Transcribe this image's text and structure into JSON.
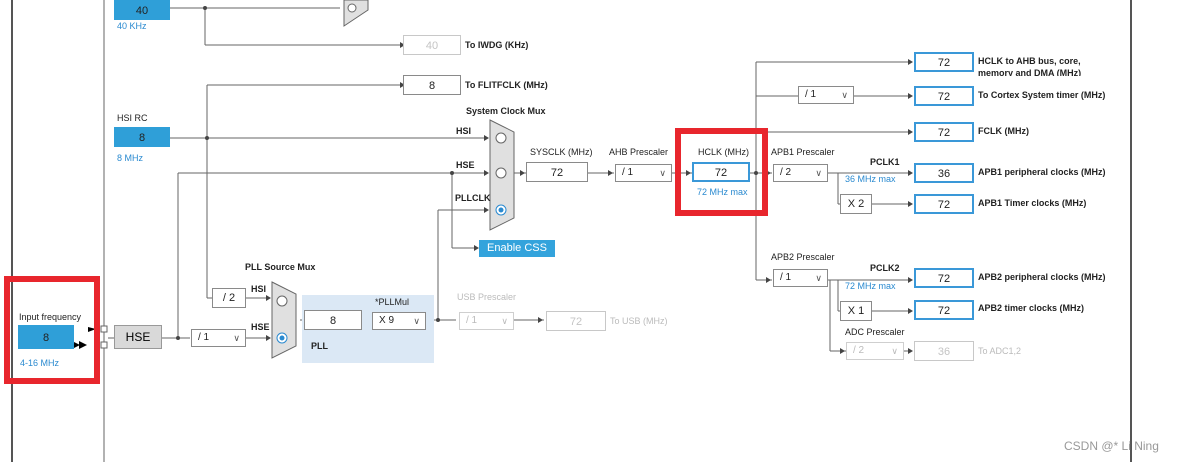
{
  "top_box": {
    "value": "40",
    "unit": "40 KHz"
  },
  "iwdg": {
    "value": "40",
    "label": "To IWDG (KHz)"
  },
  "flitf": {
    "value": "8",
    "label": "To FLITFCLK (MHz)"
  },
  "hsi_rc": {
    "title": "HSI RC",
    "value": "8",
    "unit": "8 MHz"
  },
  "sysmux": {
    "title": "System Clock Mux",
    "in_hsi": "HSI",
    "in_hse": "HSE",
    "in_pll": "PLLCLK"
  },
  "enable_css": "Enable CSS",
  "sysclk": {
    "label": "SYSCLK (MHz)",
    "value": "72"
  },
  "ahb": {
    "label": "AHB Prescaler",
    "value": "/ 1"
  },
  "hclk": {
    "label": "HCLK (MHz)",
    "value": "72",
    "max": "72 MHz max"
  },
  "apb1": {
    "label": "APB1 Prescaler",
    "value": "/ 2",
    "pclk": "PCLK1",
    "max": "36 MHz max",
    "timer_mult": "X 2"
  },
  "apb2": {
    "label": "APB2 Prescaler",
    "value": "/ 1",
    "pclk": "PCLK2",
    "max": "72 MHz max",
    "timer_mult": "X 1"
  },
  "cortex_div": "/ 1",
  "outputs": [
    {
      "value": "72",
      "label": "HCLK to AHB bus, core, memory and DMA (MHz)"
    },
    {
      "value": "72",
      "label": "To Cortex System timer (MHz)"
    },
    {
      "value": "72",
      "label": "FCLK (MHz)"
    },
    {
      "value": "36",
      "label": "APB1 peripheral clocks (MHz)"
    },
    {
      "value": "72",
      "label": "APB1 Timer clocks (MHz)"
    },
    {
      "value": "72",
      "label": "APB2 peripheral clocks (MHz)"
    },
    {
      "value": "72",
      "label": "APB2 timer clocks (MHz)"
    }
  ],
  "adc": {
    "label": "ADC Prescaler",
    "value": "/ 2",
    "out": "36",
    "out_label": "To ADC1,2"
  },
  "input": {
    "label": "Input frequency",
    "value": "8",
    "range": "4-16 MHz"
  },
  "hse_block": "HSE",
  "hse_div": "/ 1",
  "hsi_div": "/ 2",
  "pll_src": {
    "title": "PLL Source Mux",
    "in_hsi": "HSI",
    "in_hse": "HSE"
  },
  "pll": {
    "value": "8",
    "mul_label": "*PLLMul",
    "mul": "X 9",
    "title": "PLL"
  },
  "usb": {
    "label": "USB Prescaler",
    "value": "/ 1",
    "out": "72",
    "out_label": "To USB (MHz)"
  },
  "watermark": "CSDN @* Li Ning",
  "colors": {
    "highlight": "#e8262d",
    "accent": "#2f9fd8"
  }
}
